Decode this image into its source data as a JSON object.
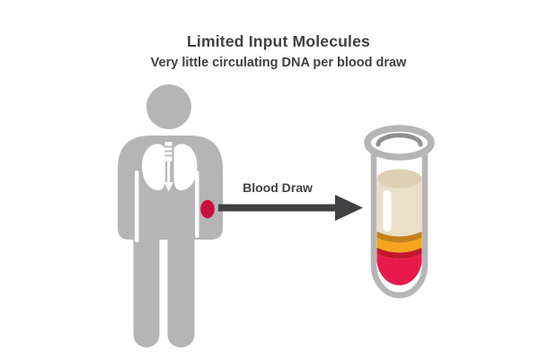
{
  "title": "Limited Input Molecules",
  "subtitle": "Very little circulating DNA per blood draw",
  "arrow": {
    "label": "Blood Draw"
  },
  "icons": {
    "patient": "patient-silhouette-icon",
    "lungs": "lungs-icon",
    "draw_site": "blood-draw-site-dot",
    "arrow": "right-arrow-icon",
    "tube": "blood-collection-tube-icon"
  },
  "colors": {
    "text": "#414042",
    "figure_gray": "#B5B5B5",
    "arrow_dark": "#414042",
    "draw_site_red": "#C90F3D",
    "tube_outline": "#B5B5B5",
    "rim_shadow": "#8F8F8F",
    "plasma_top": "#DCCFB4",
    "plasma_body": "#EBDFC8",
    "buffy_dark": "#C4801A",
    "buffy_orange": "#F4A51D",
    "rbc_dark": "#C0182F",
    "rbc_red": "#E8194B",
    "white": "#FFFFFF",
    "background": "#FFFFFF"
  }
}
